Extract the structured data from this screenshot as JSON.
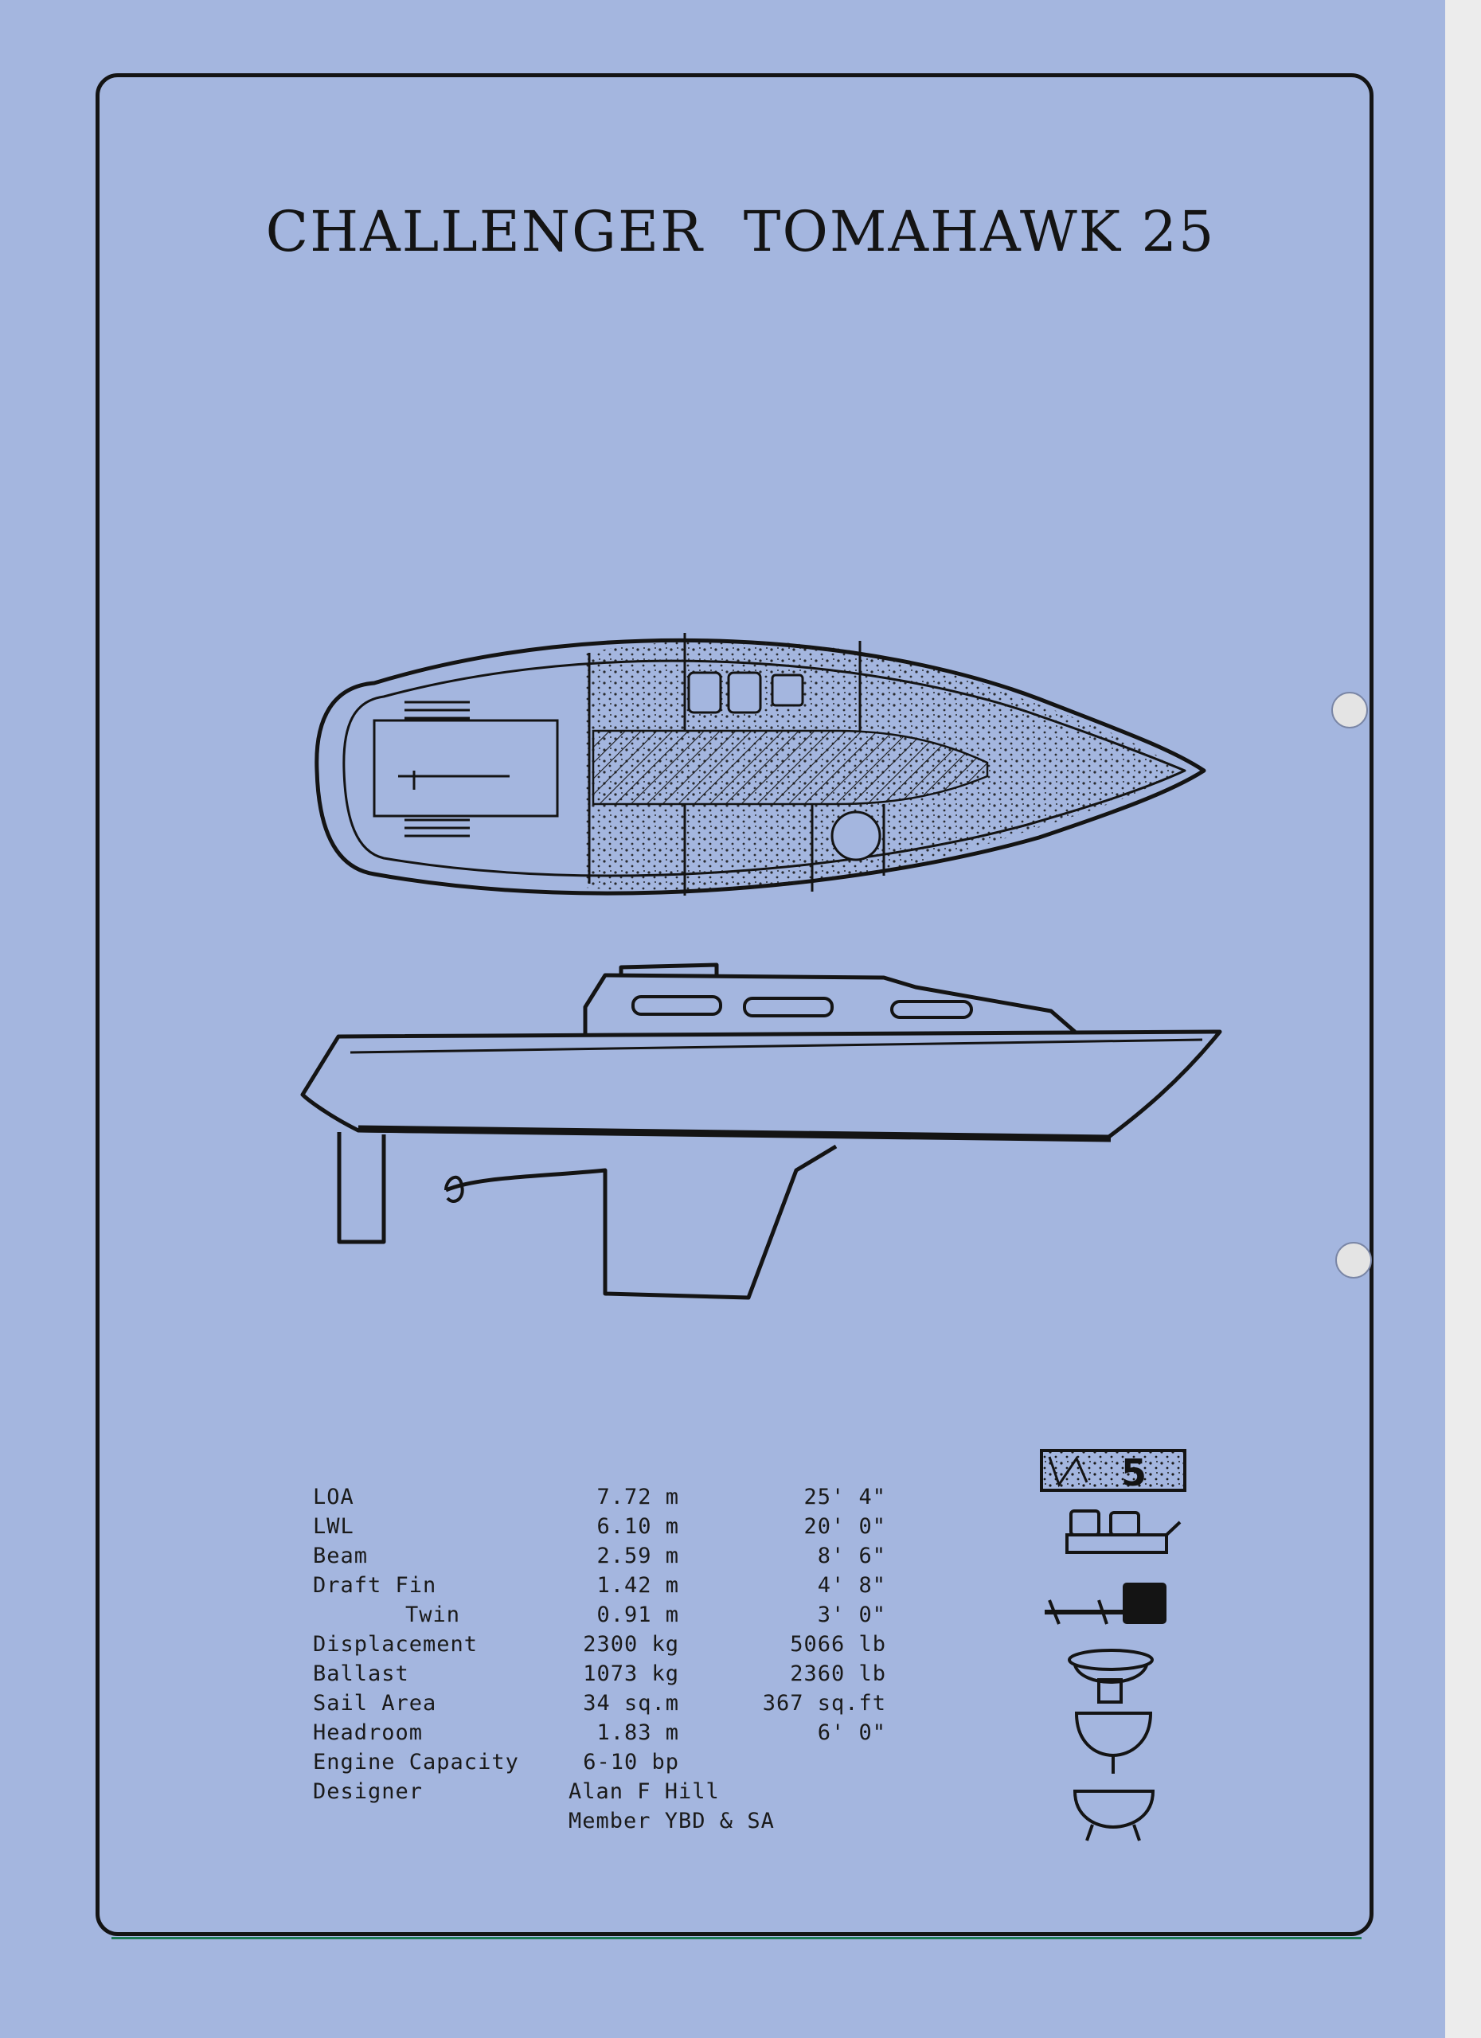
{
  "document": {
    "title_part1": "CHALLENGER",
    "title_part2": "TOMAHAWK 25"
  },
  "specs": [
    {
      "label": "LOA",
      "metric": "7.72 m",
      "imperial": "25' 4\""
    },
    {
      "label": "LWL",
      "metric": "6.10 m",
      "imperial": "20' 0\""
    },
    {
      "label": "Beam",
      "metric": "2.59 m",
      "imperial": "8' 6\""
    },
    {
      "label": "Draft Fin",
      "metric": "1.42 m",
      "imperial": "4' 8\""
    },
    {
      "label": "Twin",
      "metric": "0.91 m",
      "imperial": "3' 0\""
    },
    {
      "label": "Displacement",
      "metric": "2300 kg",
      "imperial": "5066 lb"
    },
    {
      "label": "Ballast",
      "metric": "1073 kg",
      "imperial": "2360 lb"
    },
    {
      "label": "Sail Area",
      "metric": "34 sq.m",
      "imperial": "367 sq.ft"
    },
    {
      "label": "Headroom",
      "metric": "1.83 m",
      "imperial": "6' 0\""
    },
    {
      "label": "Engine Capacity",
      "metric": "6-10 bp",
      "imperial": ""
    },
    {
      "label": "Designer",
      "metric": "Alan F Hill",
      "imperial": ""
    },
    {
      "label": "",
      "metric": "Member YBD & SA",
      "imperial": ""
    }
  ],
  "icons": {
    "berths_count": "5"
  }
}
